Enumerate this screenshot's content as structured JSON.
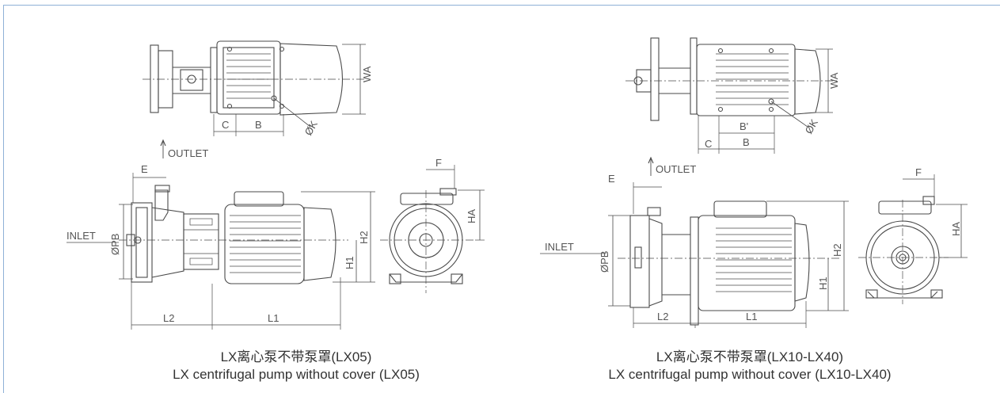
{
  "left_panel": {
    "labels": {
      "wa": "WA",
      "c": "C",
      "b": "B",
      "k": "ØK",
      "outlet": "OUTLET",
      "e": "E",
      "inlet": "INLET",
      "pb": "ØPB",
      "h1": "H1",
      "h2": "H2",
      "l2": "L2",
      "l1": "L1",
      "f": "F",
      "ha": "HA"
    },
    "caption_cn": "LX离心泵不带泵罩(LX05)",
    "caption_en": "LX centrifugal pump without cover (LX05)"
  },
  "right_panel": {
    "labels": {
      "wa": "WA",
      "c": "C",
      "b_prime": "B'",
      "b": "B",
      "k": "ØK",
      "outlet": "OUTLET",
      "e": "E",
      "inlet": "INLET",
      "pb": "ØPB",
      "h1": "H1",
      "h2": "H2",
      "l2": "L2",
      "l1": "L1",
      "f": "F",
      "ha": "HA"
    },
    "caption_cn": "LX离心泵不带泵罩(LX10-LX40)",
    "caption_en": "LX centrifugal pump without cover (LX10-LX40)"
  },
  "colors": {
    "line": "#4a4a4a",
    "dim": "#666666",
    "frame": "#8fb0d6"
  }
}
